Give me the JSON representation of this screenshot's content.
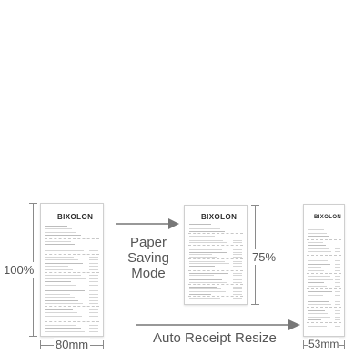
{
  "diagram": {
    "receipts": [
      {
        "id": "original",
        "brand": "BIXOLON",
        "height_label": "100%",
        "width_label": "80mm"
      },
      {
        "id": "paper-saving",
        "brand": "BIXOLON",
        "height_label": "75%"
      },
      {
        "id": "auto-resize",
        "brand": "BIXOLON",
        "width_label": "53mm"
      }
    ],
    "modes": {
      "paper_saving": [
        "Paper",
        "Saving",
        "Mode"
      ],
      "auto_resize": "Auto Receipt Resize"
    },
    "colors": {
      "text": "#555555",
      "arrow": "#777777",
      "receipt_border": "#cfcfcf",
      "brand": "#2a2a2a"
    }
  }
}
